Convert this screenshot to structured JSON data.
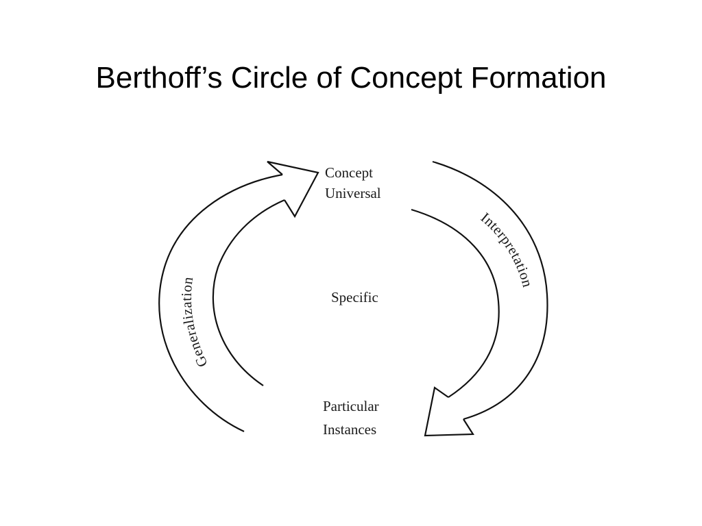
{
  "slide": {
    "title": "Berthoff’s Circle of Concept Formation"
  },
  "diagram": {
    "nodes": {
      "top": [
        "Concept",
        "Universal"
      ],
      "center": "Specific",
      "bottom": [
        "Particular",
        "Instances"
      ]
    },
    "arcs": {
      "left": "Generalization",
      "right": "Interpretation"
    },
    "colors": {
      "stroke": "#111111",
      "text": "#1a1a1a",
      "background": "#ffffff"
    }
  }
}
